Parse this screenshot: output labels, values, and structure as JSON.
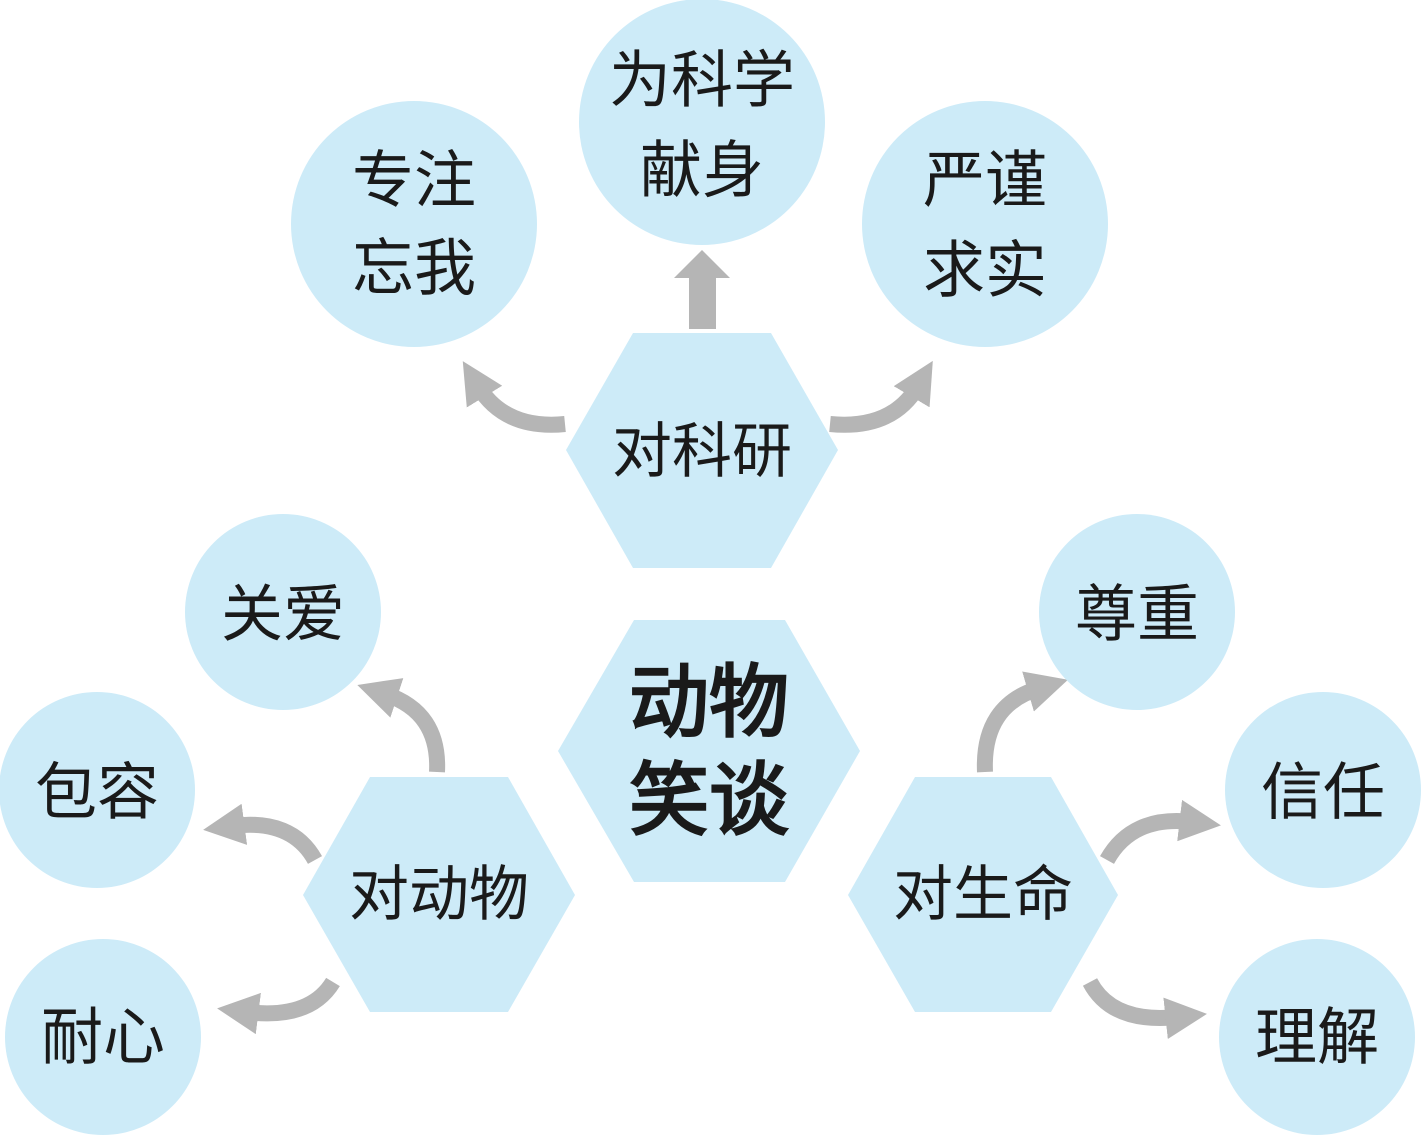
{
  "colors": {
    "shape_fill": "#cdebf8",
    "arrow": "#b5b5b5",
    "text": "#1a1a1a"
  },
  "center": {
    "line1": "动物",
    "line2": "笑谈"
  },
  "branches": {
    "research": {
      "label": "对科研",
      "leaves": [
        {
          "line1": "专注",
          "line2": "忘我"
        },
        {
          "line1": "为科学",
          "line2": "献身"
        },
        {
          "line1": "严谨",
          "line2": "求实"
        }
      ]
    },
    "animals": {
      "label": "对动物",
      "leaves": [
        {
          "text": "关爱"
        },
        {
          "text": "包容"
        },
        {
          "text": "耐心"
        }
      ]
    },
    "life": {
      "label": "对生命",
      "leaves": [
        {
          "text": "尊重"
        },
        {
          "text": "信任"
        },
        {
          "text": "理解"
        }
      ]
    }
  }
}
